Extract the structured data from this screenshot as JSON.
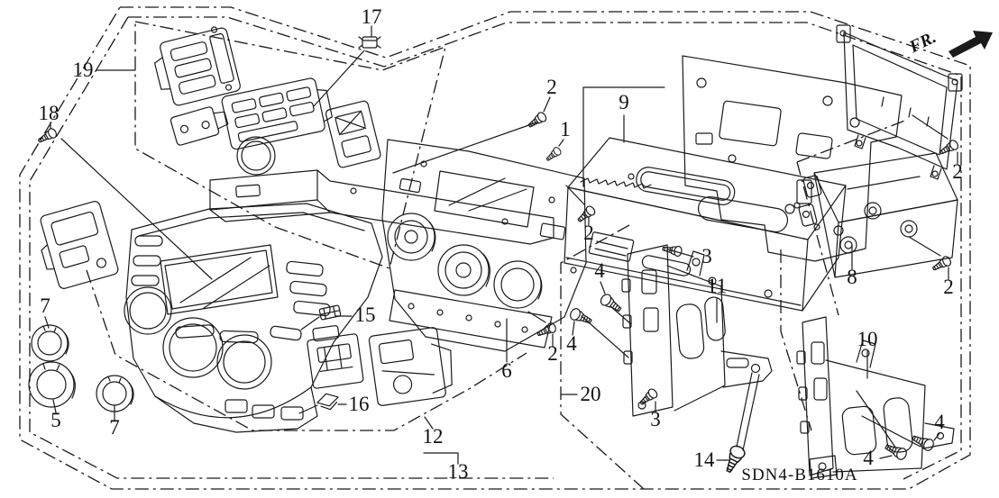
{
  "diagram": {
    "code": "SDN4-B1610A",
    "direction_label": "FR.",
    "type": "exploded-parts-diagram",
    "subject": "center module / audio unit assembly line drawing"
  },
  "colors": {
    "line": "#1a1a1a",
    "background": "#ffffff"
  },
  "part_numbers_shown": [
    "1",
    "2",
    "3",
    "4",
    "5",
    "6",
    "7",
    "8",
    "9",
    "10",
    "11",
    "12",
    "13",
    "14",
    "15",
    "16",
    "17",
    "18",
    "19",
    "20"
  ],
  "part_labels": [
    {
      "part": "17"
    },
    {
      "part": "19"
    },
    {
      "part": "18"
    },
    {
      "part": "2"
    },
    {
      "part": "1"
    },
    {
      "part": "9"
    },
    {
      "part": "2"
    },
    {
      "part": "2"
    },
    {
      "part": "3"
    },
    {
      "part": "4"
    },
    {
      "part": "11"
    },
    {
      "part": "8"
    },
    {
      "part": "2"
    },
    {
      "part": "10"
    },
    {
      "part": "4"
    },
    {
      "part": "2"
    },
    {
      "part": "15"
    },
    {
      "part": "16"
    },
    {
      "part": "6"
    },
    {
      "part": "20"
    },
    {
      "part": "12"
    },
    {
      "part": "13"
    },
    {
      "part": "14"
    },
    {
      "part": "3"
    },
    {
      "part": "4"
    },
    {
      "part": "4"
    },
    {
      "part": "5"
    },
    {
      "part": "7"
    },
    {
      "part": "7"
    }
  ],
  "components": [
    {
      "name": "switch-assembly-group-19"
    },
    {
      "name": "clip-nut-17"
    },
    {
      "name": "screw-18"
    },
    {
      "name": "center-front-panel"
    },
    {
      "name": "knob-5"
    },
    {
      "name": "knob-7-pair"
    },
    {
      "name": "climate-control-board-6"
    },
    {
      "name": "switch-blocks-12"
    },
    {
      "name": "audio-unit-9"
    },
    {
      "name": "rear-mounting-plate"
    },
    {
      "name": "display-housing"
    },
    {
      "name": "amplifier-unit-8"
    },
    {
      "name": "bracket-11"
    },
    {
      "name": "bracket-10"
    },
    {
      "name": "screws-1-2-3-4-14"
    },
    {
      "name": "clips-15-16"
    }
  ]
}
